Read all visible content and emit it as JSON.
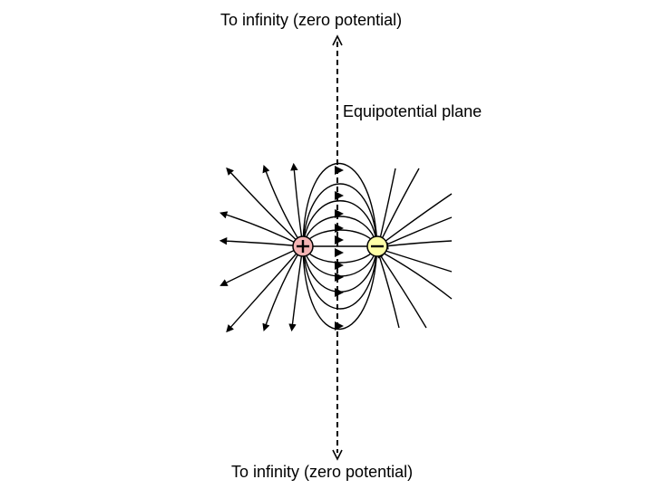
{
  "labels": {
    "top": "To infinity (zero potential)",
    "plane": "Equipotential plane",
    "bottom": "To infinity (zero potential)"
  },
  "charges": [
    {
      "sign": "+",
      "name": "positive",
      "color": "#f4b4b4"
    },
    {
      "sign": "−",
      "name": "negative",
      "color": "#ffffa6"
    }
  ]
}
